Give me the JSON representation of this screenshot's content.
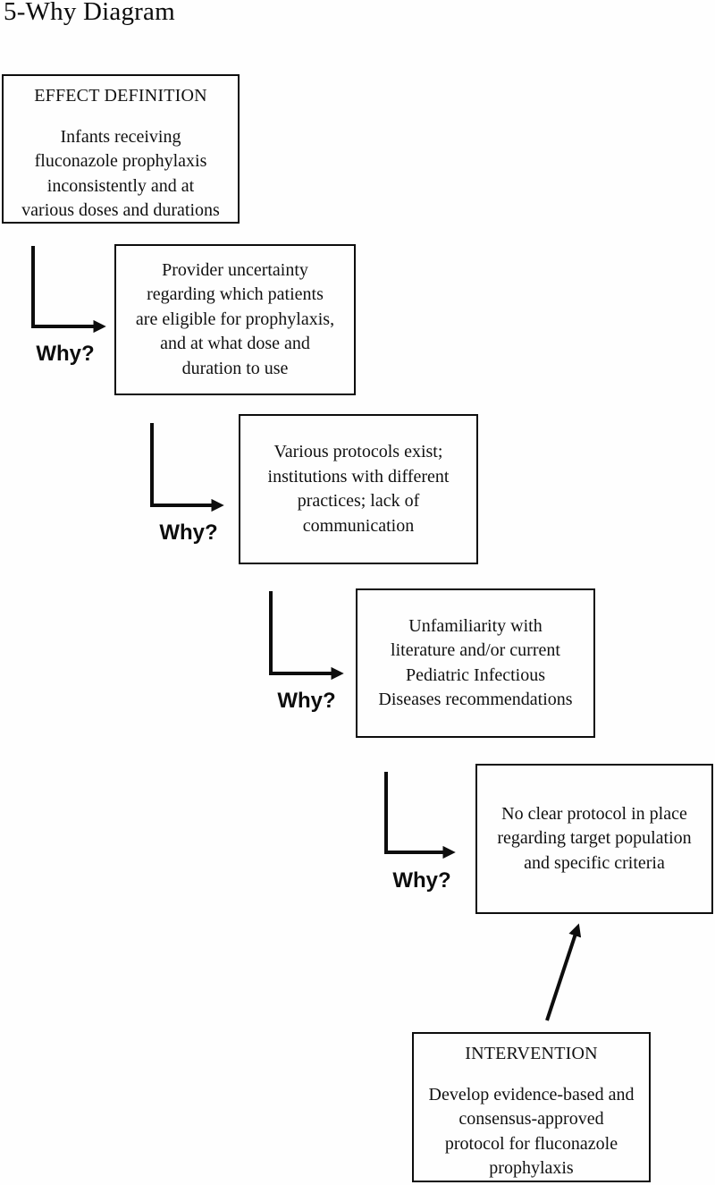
{
  "title": "5-Why Diagram",
  "diagram": {
    "why_label": "Why?",
    "boxes": [
      {
        "id": "effect-definition",
        "heading": "EFFECT DEFINITION",
        "lines": [
          "Infants receiving",
          "fluconazole prophylaxis",
          "inconsistently and at",
          "various doses and durations"
        ]
      },
      {
        "id": "why-1-answer",
        "lines": [
          "Provider uncertainty",
          "regarding which patients",
          "are eligible for prophylaxis,",
          "and at what dose and",
          "duration to use"
        ]
      },
      {
        "id": "why-2-answer",
        "lines": [
          "Various protocols exist;",
          "institutions with different",
          "practices; lack of",
          "communication"
        ]
      },
      {
        "id": "why-3-answer",
        "lines": [
          "Unfamiliarity with",
          "literature and/or current",
          "Pediatric Infectious",
          "Diseases recommendations"
        ]
      },
      {
        "id": "why-4-answer",
        "lines": [
          "No clear protocol in place",
          "regarding target population",
          "and specific criteria"
        ]
      },
      {
        "id": "intervention",
        "heading": "INTERVENTION",
        "lines": [
          "Develop evidence-based and",
          "consensus-approved",
          "protocol for fluconazole",
          "prophylaxis"
        ]
      }
    ],
    "colors": {
      "line": "#0d0d0d",
      "text": "#111111",
      "background": "#fefefe"
    }
  }
}
